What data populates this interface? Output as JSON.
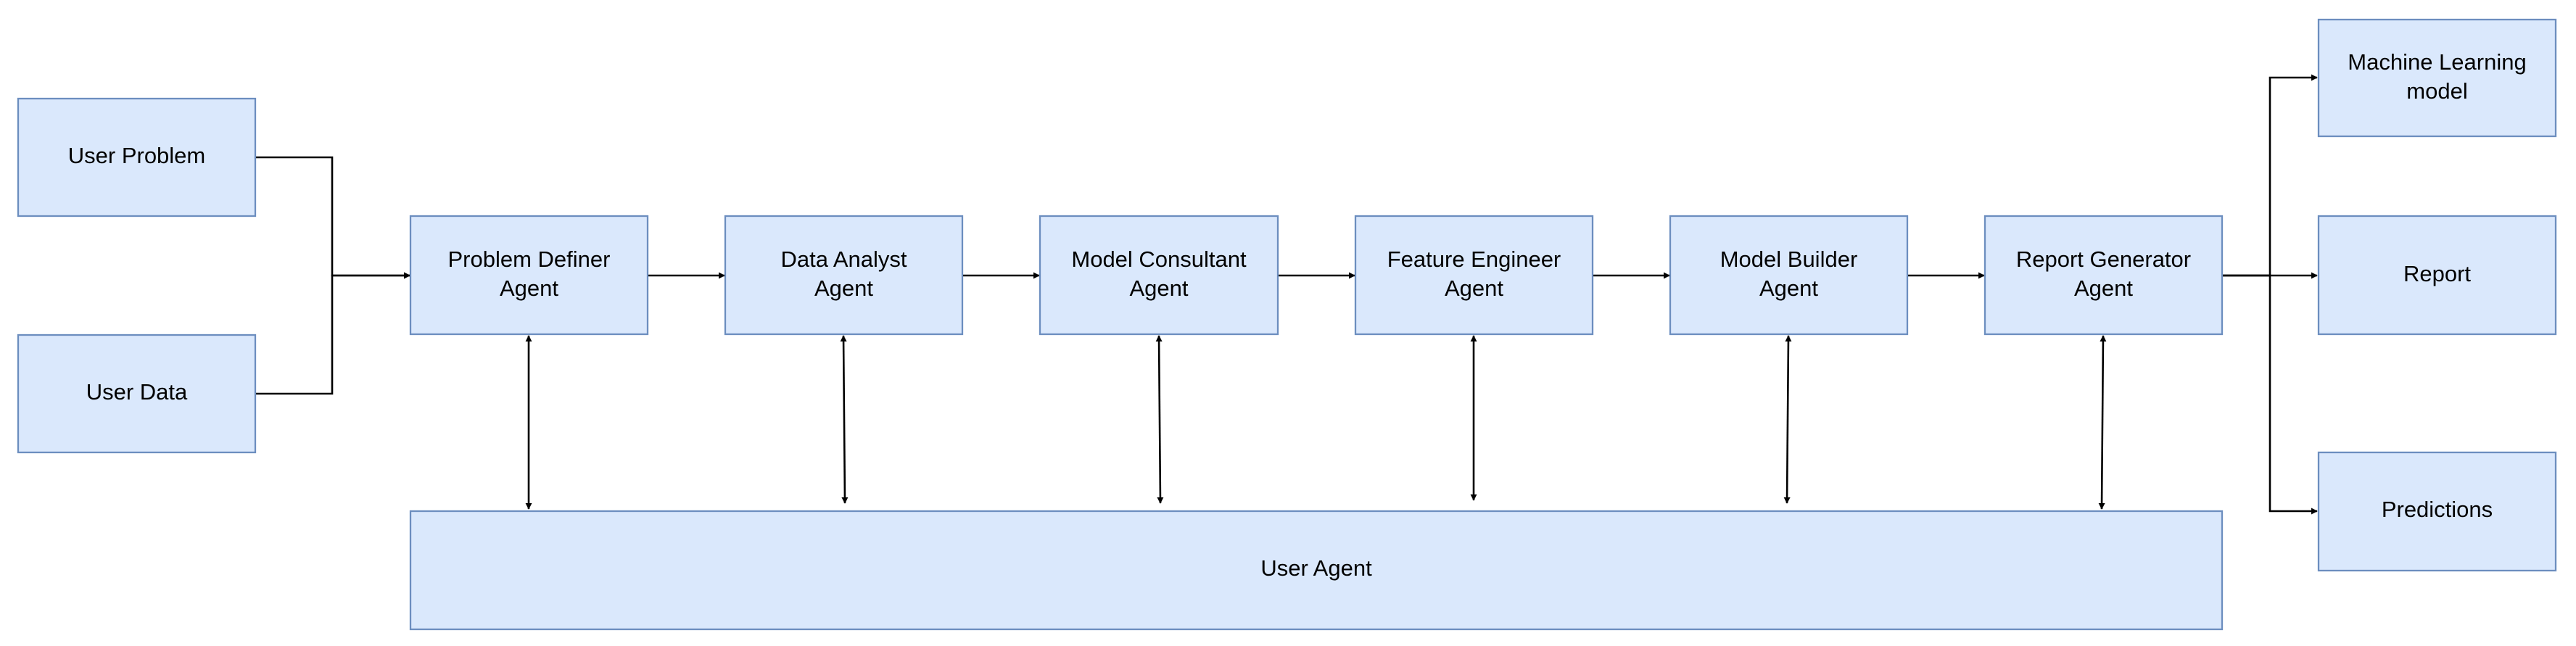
{
  "diagram": {
    "nodes": {
      "user_problem": {
        "lines": [
          "User Problem"
        ]
      },
      "user_data": {
        "lines": [
          "User Data"
        ]
      },
      "problem_definer": {
        "lines": [
          "Problem Definer",
          "Agent"
        ]
      },
      "data_analyst": {
        "lines": [
          "Data Analyst",
          "Agent"
        ]
      },
      "model_consultant": {
        "lines": [
          "Model Consultant",
          "Agent"
        ]
      },
      "feature_engineer": {
        "lines": [
          "Feature Engineer",
          "Agent"
        ]
      },
      "model_builder": {
        "lines": [
          "Model Builder",
          "Agent"
        ]
      },
      "report_generator": {
        "lines": [
          "Report Generator",
          "Agent"
        ]
      },
      "user_agent": {
        "lines": [
          "User Agent"
        ]
      },
      "ml_model": {
        "lines": [
          "Machine Learning",
          "model"
        ]
      },
      "report": {
        "lines": [
          "Report"
        ]
      },
      "predictions": {
        "lines": [
          "Predictions"
        ]
      }
    },
    "edges": [
      {
        "from": "user_problem",
        "to": "problem_definer",
        "direction": "forward"
      },
      {
        "from": "user_data",
        "to": "problem_definer",
        "direction": "forward"
      },
      {
        "from": "problem_definer",
        "to": "data_analyst",
        "direction": "forward"
      },
      {
        "from": "data_analyst",
        "to": "model_consultant",
        "direction": "forward"
      },
      {
        "from": "model_consultant",
        "to": "feature_engineer",
        "direction": "forward"
      },
      {
        "from": "feature_engineer",
        "to": "model_builder",
        "direction": "forward"
      },
      {
        "from": "model_builder",
        "to": "report_generator",
        "direction": "forward"
      },
      {
        "from": "report_generator",
        "to": "ml_model",
        "direction": "forward"
      },
      {
        "from": "report_generator",
        "to": "report",
        "direction": "forward"
      },
      {
        "from": "report_generator",
        "to": "predictions",
        "direction": "forward"
      },
      {
        "from": "problem_definer",
        "to": "user_agent",
        "direction": "both"
      },
      {
        "from": "data_analyst",
        "to": "user_agent",
        "direction": "both"
      },
      {
        "from": "model_consultant",
        "to": "user_agent",
        "direction": "both"
      },
      {
        "from": "feature_engineer",
        "to": "user_agent",
        "direction": "both"
      },
      {
        "from": "model_builder",
        "to": "user_agent",
        "direction": "both"
      },
      {
        "from": "report_generator",
        "to": "user_agent",
        "direction": "both"
      }
    ],
    "colors": {
      "box_fill": "#dae8fc",
      "box_stroke": "#6c8ebf",
      "line": "#000000",
      "text": "#000000"
    }
  }
}
